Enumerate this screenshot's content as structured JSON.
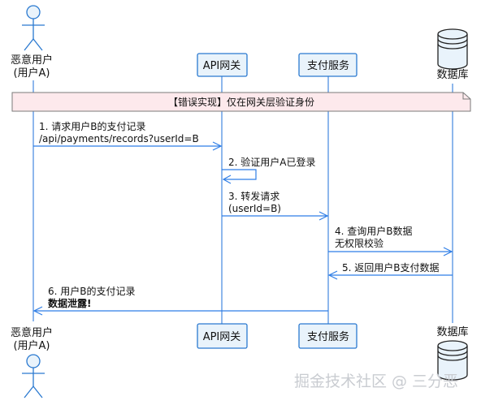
{
  "diagram": {
    "participants": [
      {
        "id": "user",
        "kind": "actor",
        "name": "恶意用户",
        "name2": "(用户A)"
      },
      {
        "id": "gateway",
        "kind": "box",
        "name": "API网关"
      },
      {
        "id": "payment",
        "kind": "box",
        "name": "支付服务"
      },
      {
        "id": "db",
        "kind": "database",
        "name": "数据库"
      }
    ],
    "note": "【错误实现】仅在网关层验证身份",
    "messages": [
      {
        "from": "user",
        "to": "gateway",
        "lines": [
          "1. 请求用户B的支付记录",
          "/api/payments/records?userId=B"
        ]
      },
      {
        "from": "gateway",
        "to": "gateway",
        "lines": [
          "2. 验证用户A已登录"
        ]
      },
      {
        "from": "gateway",
        "to": "payment",
        "lines": [
          "3. 转发请求",
          "(userId=B)"
        ]
      },
      {
        "from": "payment",
        "to": "db",
        "lines": [
          "4. 查询用户B数据",
          "无权限校验"
        ]
      },
      {
        "from": "db",
        "to": "payment",
        "lines": [
          "5. 返回用户B支付数据"
        ]
      },
      {
        "from": "payment",
        "to": "user",
        "lines": [
          "6. 用户B的支付记录",
          "数据泄露!"
        ]
      }
    ],
    "watermark": "掘金技术社区 @ 三分恶",
    "colors": {
      "lifeline": "#1e6fd9",
      "box_fill": "#e9f3fb",
      "box_stroke": "#2a79d0",
      "note_fill": "#fde9ec",
      "note_stroke": "#7a7a7a",
      "arrow": "#2f7ee6",
      "text": "#111111",
      "watermark": "#c9ccd1"
    }
  }
}
